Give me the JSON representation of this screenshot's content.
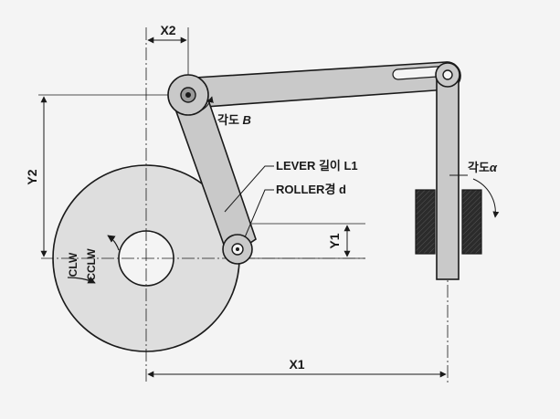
{
  "labels": {
    "x2": "X2",
    "y2": "Y2",
    "y1": "Y1",
    "x1": "X1",
    "angle_b_prefix": "각도",
    "angle_b_symbol": "B",
    "lever_length": "LEVER 길이 L1",
    "roller_diameter": "ROLLER경 d",
    "angle_a_prefix": "각도",
    "angle_a_symbol": "α",
    "cw": "CLW",
    "ccw": "CCLW"
  },
  "colors": {
    "background": "#f4f4f4",
    "line": "#1a1a1a",
    "part_fill": "#c9c9c9",
    "cam_fill": "#dedede",
    "block_fill": "#2b2b2b"
  }
}
